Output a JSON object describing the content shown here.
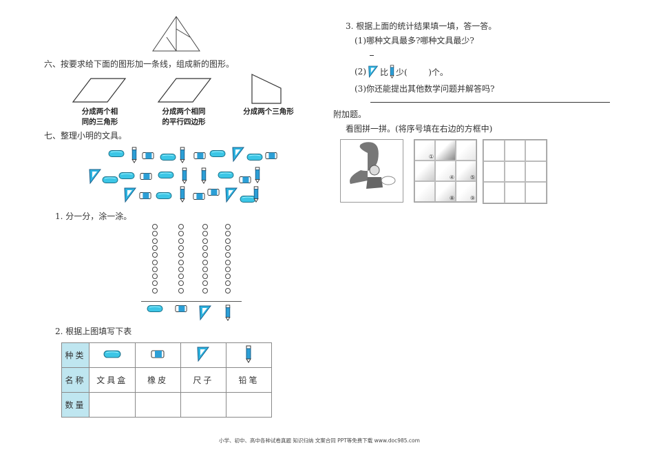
{
  "section6": {
    "title": "六、按要求给下面的图形加一条线，组成新的图形。",
    "captions": [
      [
        "分成两个相",
        "同的三角形"
      ],
      [
        "分成两个相同",
        "的平行四边形"
      ],
      [
        "分成两个三角形"
      ]
    ]
  },
  "section7": {
    "title": "七、整理小明的文具。",
    "q1": "1. 分一分，涂一涂。",
    "circles_per_column": 10,
    "q2": "2. 根据上图填写下表",
    "table": {
      "row_headers": [
        "种类",
        "名称",
        "数量"
      ],
      "names": [
        "文具盒",
        "橡皮",
        "尺子",
        "铅笔"
      ],
      "icons": [
        "pencil-case-icon",
        "eraser-icon",
        "triangle-ruler-icon",
        "pencil-icon"
      ]
    }
  },
  "section3": {
    "title": "3. 根据上面的统计结果填一填，答一答。",
    "q1": "(1)哪种文具最多?哪种文具最少?",
    "q2_prefix": "(2)",
    "q2_mid": "比",
    "q2_suffix": "少(        )个。",
    "q3": "(3)你还能提出其他数学问题并解答吗?"
  },
  "bonus": {
    "title": "附加题。",
    "instruction": "看图拼一拼。(将序号填在右边的方框中)",
    "piece_labels": [
      "①",
      "④",
      "⑤",
      "⑧",
      "⑨"
    ]
  },
  "footer": "小学、初中、高中各种试卷真题  知识归纳  文案合同  PPT等免费下载     www.doc985.com",
  "colors": {
    "accent": "#3cc6e6",
    "header_bg": "#bfe6f0"
  }
}
